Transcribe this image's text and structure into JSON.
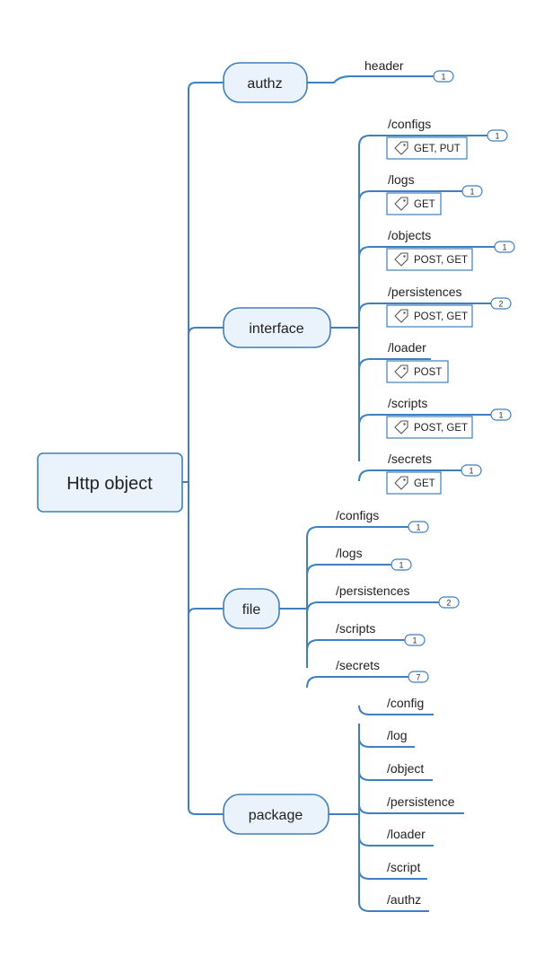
{
  "root": {
    "label": "Http object"
  },
  "branches": [
    {
      "label": "authz",
      "children": [
        {
          "label": "header",
          "badge": "1"
        }
      ]
    },
    {
      "label": "interface",
      "children": [
        {
          "label": "/configs",
          "tag": "GET, PUT",
          "badge": "1"
        },
        {
          "label": "/logs",
          "tag": "GET",
          "badge": "1"
        },
        {
          "label": "/objects",
          "tag": "POST, GET",
          "badge": "1"
        },
        {
          "label": "/persistences",
          "tag": "POST, GET",
          "badge": "2"
        },
        {
          "label": "/loader",
          "tag": "POST"
        },
        {
          "label": "/scripts",
          "tag": "POST, GET",
          "badge": "1"
        },
        {
          "label": "/secrets",
          "tag": "GET",
          "badge": "1"
        }
      ]
    },
    {
      "label": "file",
      "children": [
        {
          "label": "/configs",
          "badge": "1"
        },
        {
          "label": "/logs",
          "badge": "1"
        },
        {
          "label": "/persistences",
          "badge": "2"
        },
        {
          "label": "/scripts",
          "badge": "1"
        },
        {
          "label": "/secrets",
          "badge": "7"
        }
      ]
    },
    {
      "label": "package",
      "children": [
        {
          "label": "/config"
        },
        {
          "label": "/log"
        },
        {
          "label": "/object"
        },
        {
          "label": "/persistence"
        },
        {
          "label": "/loader"
        },
        {
          "label": "/script"
        },
        {
          "label": "/authz"
        }
      ]
    }
  ],
  "colors": {
    "line": "#3f7fbf",
    "node_fill": "#eaf3fb",
    "node_stroke": "#3f7fbf"
  },
  "icons": {
    "tag": "tag-icon"
  }
}
